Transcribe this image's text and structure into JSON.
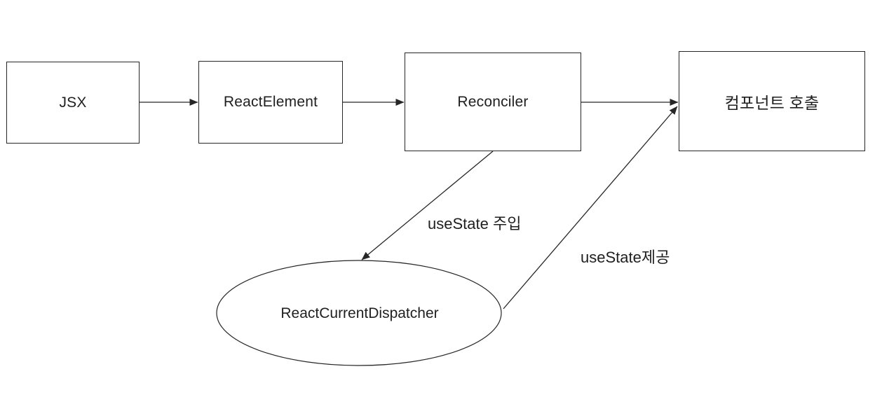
{
  "diagram": {
    "title": "React useState flow diagram",
    "colors": {
      "background": "#ffffff",
      "stroke": "#262626",
      "text": "#1f1f1f"
    },
    "nodes": [
      {
        "id": "jsx",
        "shape": "rect",
        "label": "JSX"
      },
      {
        "id": "react-element",
        "shape": "rect",
        "label": "ReactElement"
      },
      {
        "id": "reconciler",
        "shape": "rect",
        "label": "Reconciler"
      },
      {
        "id": "component-call",
        "shape": "rect",
        "label": "컴포넌트 호출"
      },
      {
        "id": "react-current-dispatcher",
        "shape": "ellipse",
        "label": "ReactCurrentDispatcher"
      }
    ],
    "edges": [
      {
        "from": "jsx",
        "to": "react-element",
        "label": ""
      },
      {
        "from": "react-element",
        "to": "reconciler",
        "label": ""
      },
      {
        "from": "reconciler",
        "to": "component-call",
        "label": ""
      },
      {
        "from": "reconciler",
        "to": "react-current-dispatcher",
        "label": "useState 주입"
      },
      {
        "from": "react-current-dispatcher",
        "to": "component-call",
        "label": "useState제공"
      }
    ]
  }
}
